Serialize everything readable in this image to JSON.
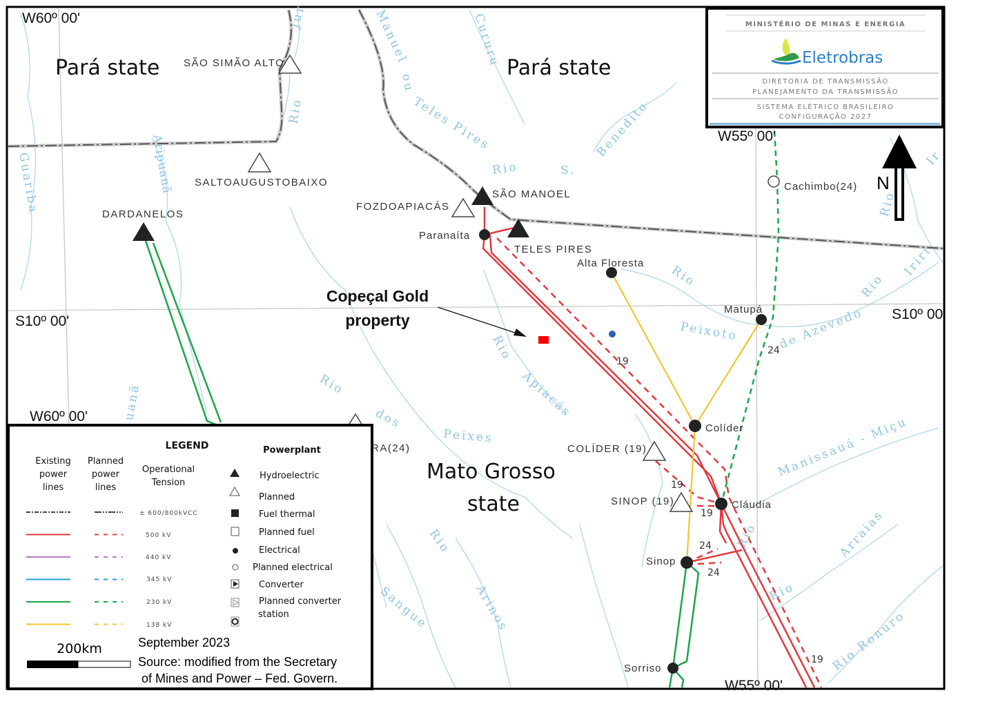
{
  "map": {
    "states": {
      "para_west": "Pará state",
      "para_east": "Pará state",
      "mato_grosso_1": "Mato Grosso",
      "mato_grosso_2": "state"
    },
    "coordinates": {
      "w60_top": "W60º 00'",
      "w60_mid": "W60º 00'",
      "w55_top": "W55º 00'",
      "w55_bottom": "W55º 00'",
      "s10_left": "S10º 00'",
      "s10_right": "S10º 00"
    },
    "powerplants": {
      "sao_simao_alto": "SÃO SIMÃO ALTO",
      "salto_augusto_baixo": "SALTOAUGUSTOBAIXO",
      "dardanelos": "DARDANELOS",
      "foz_do_apiacas": "FOZDOAPIACÁS",
      "sao_manoel": "SÃO MANOEL",
      "teles_pires": "TELES PIRES",
      "colider_19": "COLÍDER (19)",
      "sinop_19": "SINOP (19)",
      "ra_24": "RA(24)"
    },
    "substations": {
      "paranaita": "Paranaíta",
      "alta_floresta": "Alta Floresta",
      "matupa": "Matupá",
      "colider": "Colíder",
      "claudia": "Cláudia",
      "sinop": "Sinop",
      "sorriso": "Sorriso",
      "cachimbo": "Cachimbo(24)"
    },
    "line_labels": [
      "19",
      "19",
      "19",
      "24",
      "24",
      "24",
      "19"
    ],
    "rivers": {
      "juruena": "Jur",
      "rio_top": "Rio",
      "aripuana": "Aripuanã",
      "guariba": "Guariba",
      "manuel": "Manuel",
      "ou": "ou",
      "teles_pires": "Teles Pires",
      "cururu": "Cururu",
      "rio_s": "Rio",
      "s": "S.",
      "benedito": "Benedito",
      "rio_floresta": "Rio",
      "peixoto": "Peixoto",
      "de_azevedo": "de Azevedo",
      "rio_east": "Rio",
      "iriri": "Iriri",
      "rio_apiacas": "Rio",
      "apiacas": "Apiacás",
      "rio_dos": "Rio",
      "dos": "dos",
      "peixes": "Peixes",
      "manissaua": "Manissauá - Miçu",
      "arraias": "Arraias",
      "rio_claudia": "Rio",
      "rio_se": "Rio",
      "rio_ronuro": "Rio Ronuro",
      "rio_arinos": "Rio",
      "arinos": "Arinos",
      "sangue": "Sangue",
      "uana": "uanã",
      "rio_ir": "Ir",
      "rio_right": "Rio"
    },
    "annotation": {
      "line1": "Copeçal Gold",
      "line2": "property"
    },
    "north_label": "N",
    "colors": {
      "line_500kv": "#e03a3e",
      "line_230kv": "#1aa64a",
      "line_138kv": "#f4c430",
      "river": "#a9d4ee",
      "property": "#ff0000"
    }
  },
  "logo_box": {
    "ministry": "MINISTÉRIO DE MINAS E ENERGIA",
    "brand": "Eletrobras",
    "line1": "DIRETORIA DE TRANSMISSÃO",
    "line2": "PLANEJAMENTO DA TRANSMISSÃO",
    "line3": "SISTEMA ELÉTRICO BRASILEIRO",
    "line4": "CONFIGURAÇÃO 2027"
  },
  "legend": {
    "title": "LEGEND",
    "col_existing": [
      "Existing",
      "power",
      "lines"
    ],
    "col_planned": [
      "Planned",
      "power",
      "lines"
    ],
    "col_tension": [
      "Operational",
      "Tension"
    ],
    "tensions": [
      {
        "label": "± 600/800kVCC",
        "color": "#444444"
      },
      {
        "label": "500 kV",
        "color": "#e03a3e"
      },
      {
        "label": "440 kV",
        "color": "#b57ac2"
      },
      {
        "label": "345 kV",
        "color": "#2a9bd6"
      },
      {
        "label": "230 kV",
        "color": "#1aa64a"
      },
      {
        "label": "138 kV",
        "color": "#f4c430"
      }
    ],
    "powerplant_title": "Powerplant",
    "powerplant_items": [
      "Hydroelectric",
      "Planned",
      "Fuel thermal",
      "Planned fuel",
      "Electrical",
      "Planned electrical",
      "Converter",
      "Planned converter",
      "station"
    ],
    "scale": "200km",
    "date": "September 2023",
    "source_1": "Source: modified from the Secretary",
    "source_2": "of Mines and Power – Fed. Govern."
  }
}
